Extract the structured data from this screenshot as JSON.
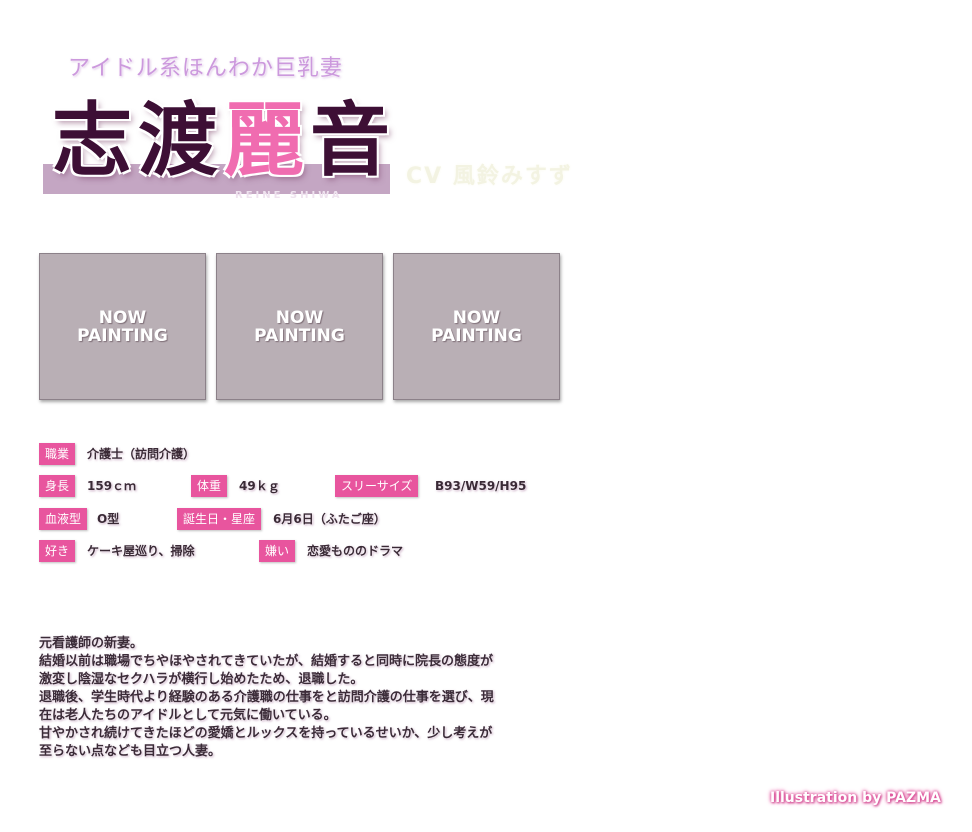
{
  "character": {
    "tagline": "アイドル系ほんわか巨乳妻",
    "name_kanji": [
      "志",
      "渡",
      "麗",
      "音"
    ],
    "name_romaji": "REINE SHIWA",
    "cv": "CV 風鈴みすず"
  },
  "placeholders": [
    {
      "line1": "NOW",
      "line2": "PAINTING"
    },
    {
      "line1": "NOW",
      "line2": "PAINTING"
    },
    {
      "line1": "NOW",
      "line2": "PAINTING"
    }
  ],
  "profile": {
    "job_label": "職業",
    "job_value": "介護士（訪問介護）",
    "height_label": "身長",
    "height_value": "159ｃｍ",
    "weight_label": "体重",
    "weight_value": "49ｋｇ",
    "size_label": "スリーサイズ",
    "size_value": "B93/W59/H95",
    "blood_label": "血液型",
    "blood_value": "O型",
    "birthday_label": "誕生日・星座",
    "birthday_value": "6月6日（ふたご座）",
    "likes_label": "好き",
    "likes_value": "ケーキ屋巡り、掃除",
    "dislikes_label": "嫌い",
    "dislikes_value": "恋愛もののドラマ"
  },
  "description": [
    "元看護師の新妻。",
    "結婚以前は職場でちやほやされてきていたが、結婚すると同時に院長の態度が",
    "激変し陰湿なセクハラが横行し始めたため、退職した。",
    "退職後、学生時代より経験のある介護職の仕事をと訪問介護の仕事を選び、現",
    "在は老人たちのアイドルとして元気に働いている。",
    "甘やかされ続けてきたほどの愛嬌とルックスを持っているせいか、少し考えが",
    "至らない点なども目立つ人妻。"
  ],
  "credit": "Illustration by PAZMA"
}
